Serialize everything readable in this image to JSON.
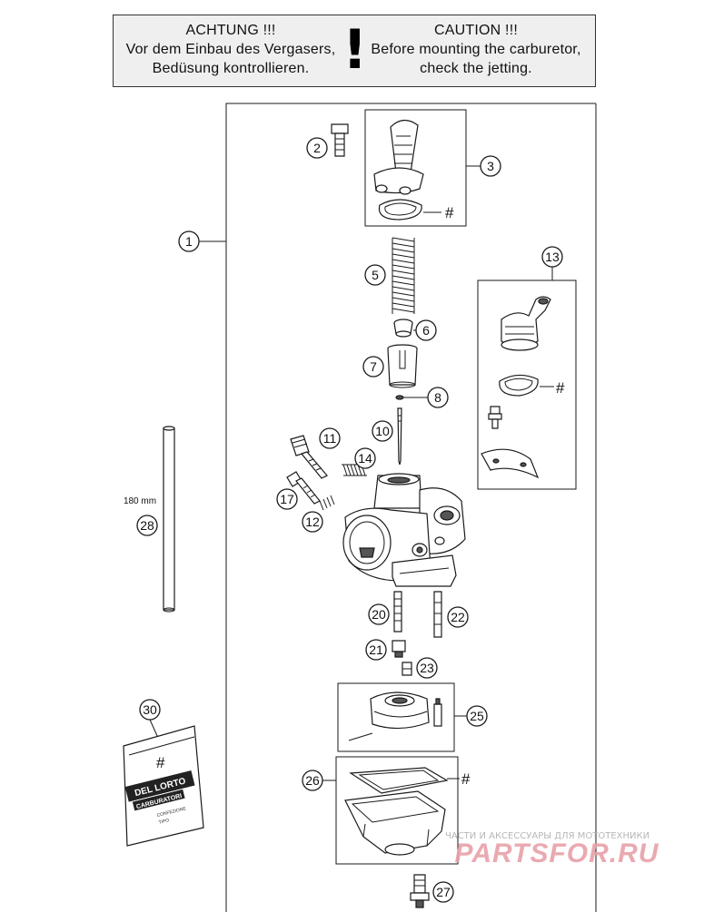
{
  "caution": {
    "de_title": "ACHTUNG !!!",
    "de_line1": "Vor dem Einbau des Vergasers,",
    "de_line2": "Bedüsung kontrollieren.",
    "symbol": "!",
    "en_title": "CAUTION !!!",
    "en_line1": "Before mounting the carburetor,",
    "en_line2": "check the jetting."
  },
  "callouts": {
    "p1": "1",
    "p2": "2",
    "p3": "3",
    "p5": "5",
    "p6": "6",
    "p7": "7",
    "p8": "8",
    "p10": "10",
    "p11": "11",
    "p12": "12",
    "p13": "13",
    "p14": "14",
    "p17": "17",
    "p20": "20",
    "p21": "21",
    "p22": "22",
    "p23": "23",
    "p25": "25",
    "p26": "26",
    "p27": "27",
    "p28": "28",
    "p30": "30"
  },
  "marks": {
    "hash": "#"
  },
  "hose_length": "180 mm",
  "bag_label": {
    "brand": "DEL LORTO",
    "sub": "CARBURATORI",
    "line1": "CONFEZIONE",
    "line2": "TIPO"
  },
  "watermark": {
    "top_line": "ЧАСТИ И АКСЕССУАРЫ ДЛЯ МОТОТЕХНИКИ",
    "brand": "PARTSFOR.RU"
  },
  "colors": {
    "line": "#1a1a1a",
    "panel": "#efefef",
    "watermark": "#e8a0a8",
    "watermark_text": "#b0b0b0"
  }
}
